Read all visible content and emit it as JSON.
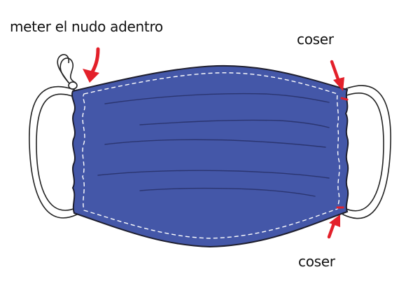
{
  "labels": {
    "knot_inside": "meter el nudo adentro",
    "sew_top": "coser",
    "sew_bottom": "coser"
  },
  "colors": {
    "mask_fill": "#4457A8",
    "mask_outline": "#1e1e2e",
    "pleat_line": "#2B3570",
    "stitch": "#ffffff",
    "arrow": "#E3202A",
    "strap_outline": "#222222"
  }
}
